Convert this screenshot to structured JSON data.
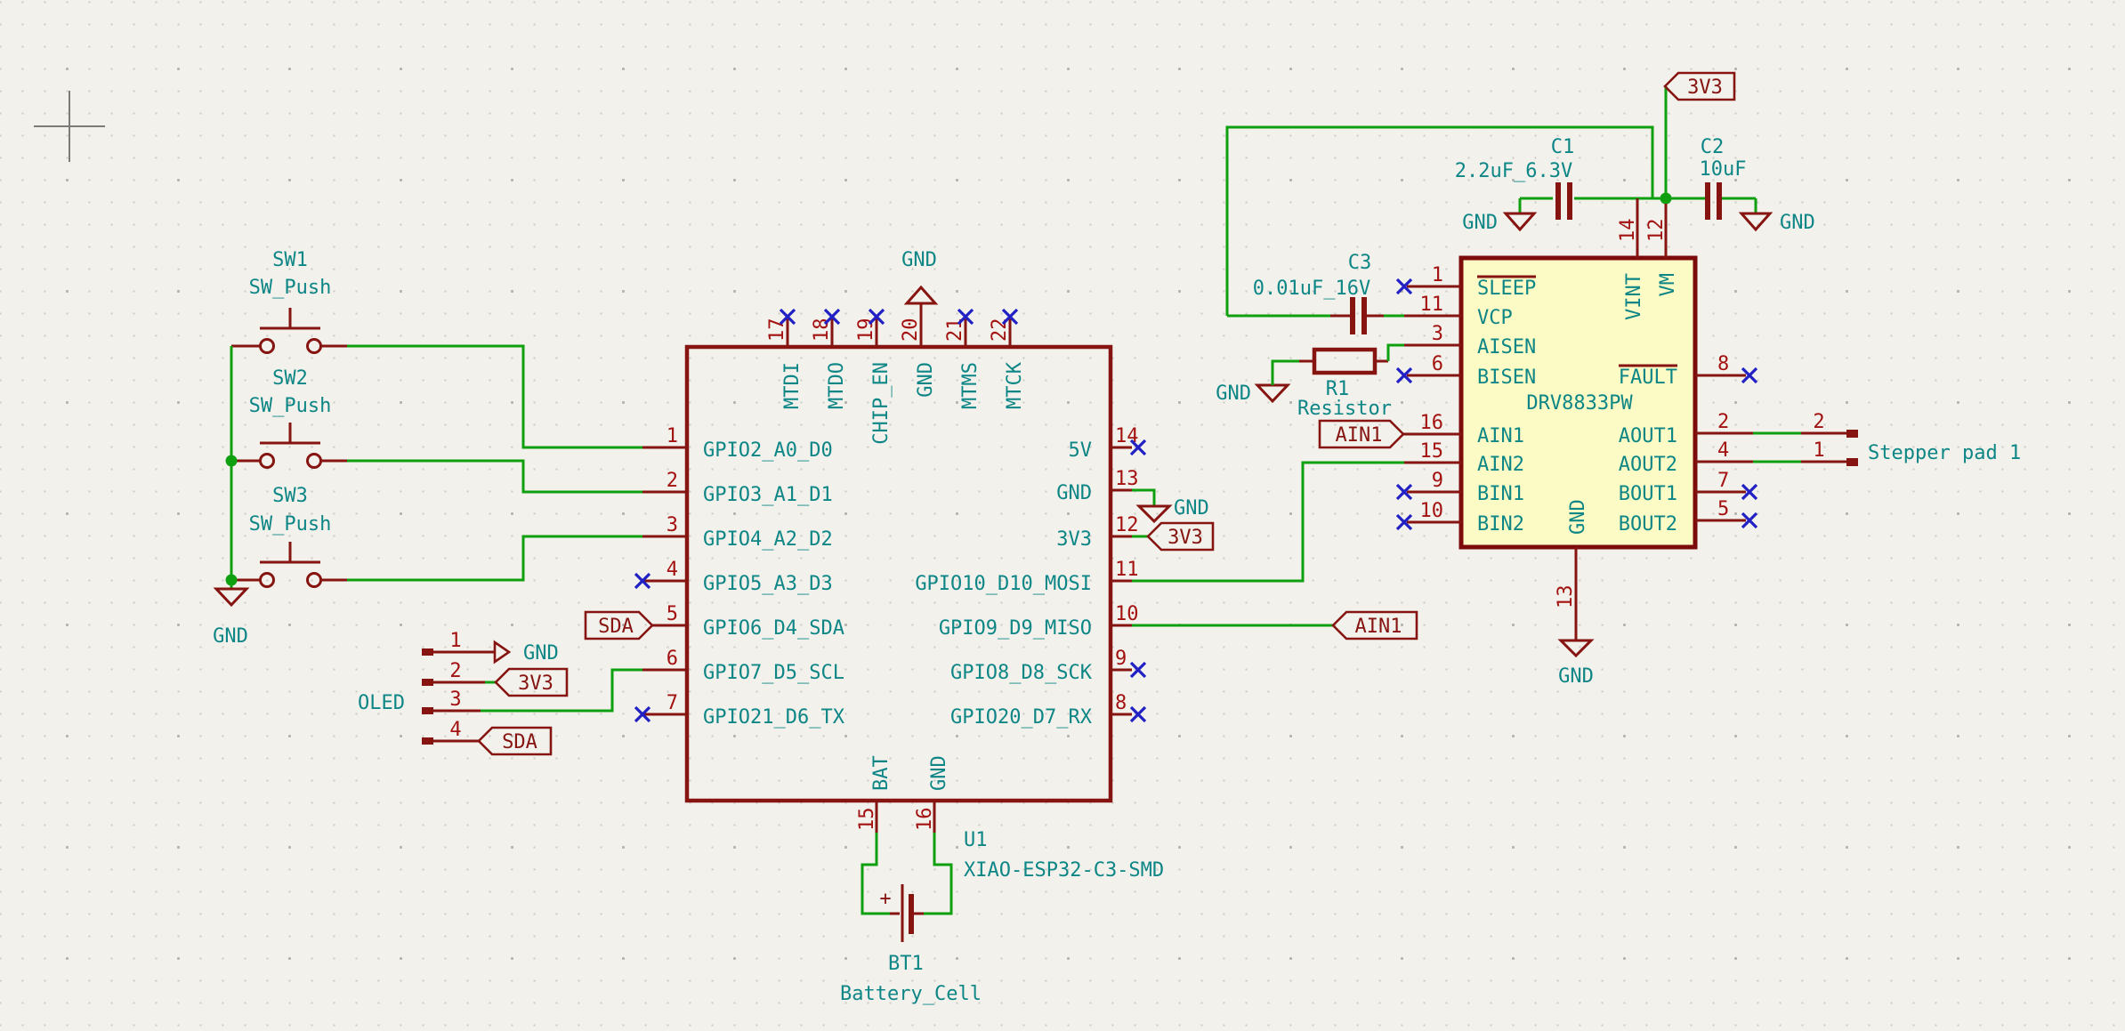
{
  "app": {
    "type": "schematic-canvas"
  },
  "colors": {
    "background": "#f2f1ec",
    "wire_green": "#0fa00f",
    "symbol_outline": "#861410",
    "pin_number_red": "#a31210",
    "text_teal": "#0e8686",
    "no_connect_blue": "#2020c4",
    "ic_body_fill": "#fcfac5",
    "label_dark_red": "#861410"
  },
  "power": {
    "gnd": "GND"
  },
  "labels": {
    "v33": "3V3",
    "sda": "SDA",
    "ain1": "AIN1"
  },
  "switches": [
    {
      "ref": "SW1",
      "value": "SW_Push"
    },
    {
      "ref": "SW2",
      "value": "SW_Push"
    },
    {
      "ref": "SW3",
      "value": "SW_Push"
    }
  ],
  "u1": {
    "ref": "U1",
    "value": "XIAO-ESP32-C3-SMD",
    "left_pins": [
      {
        "num": "1",
        "name": "GPIO2_A0_D0"
      },
      {
        "num": "2",
        "name": "GPIO3_A1_D1"
      },
      {
        "num": "3",
        "name": "GPIO4_A2_D2"
      },
      {
        "num": "4",
        "name": "GPIO5_A3_D3"
      },
      {
        "num": "5",
        "name": "GPIO6_D4_SDA"
      },
      {
        "num": "6",
        "name": "GPIO7_D5_SCL"
      },
      {
        "num": "7",
        "name": "GPIO21_D6_TX"
      }
    ],
    "right_pins": [
      {
        "num": "14",
        "name": "5V"
      },
      {
        "num": "13",
        "name": "GND"
      },
      {
        "num": "12",
        "name": "3V3"
      },
      {
        "num": "11",
        "name": "GPIO10_D10_MOSI"
      },
      {
        "num": "10",
        "name": "GPIO9_D9_MISO"
      },
      {
        "num": "9",
        "name": "GPIO8_D8_SCK"
      },
      {
        "num": "8",
        "name": "GPIO20_D7_RX"
      }
    ],
    "top_pins": [
      {
        "num": "17",
        "name": "MTDI"
      },
      {
        "num": "18",
        "name": "MTDO"
      },
      {
        "num": "19",
        "name": "CHIP_EN"
      },
      {
        "num": "20",
        "name": "GND"
      },
      {
        "num": "21",
        "name": "MTMS"
      },
      {
        "num": "22",
        "name": "MTCK"
      }
    ],
    "bottom_pins": [
      {
        "num": "15",
        "name": "BAT"
      },
      {
        "num": "16",
        "name": "GND"
      }
    ]
  },
  "drv": {
    "value": "DRV8833PW",
    "left_pins": [
      {
        "num": "1",
        "name": "SLEEP"
      },
      {
        "num": "11",
        "name": "VCP"
      },
      {
        "num": "3",
        "name": "AISEN"
      },
      {
        "num": "6",
        "name": "BISEN"
      },
      {
        "num": "16",
        "name": "AIN1"
      },
      {
        "num": "15",
        "name": "AIN2"
      },
      {
        "num": "9",
        "name": "BIN1"
      },
      {
        "num": "10",
        "name": "BIN2"
      }
    ],
    "right_pins": [
      {
        "num": "8",
        "name": "FAULT"
      },
      {
        "num": "2",
        "name": "AOUT1"
      },
      {
        "num": "4",
        "name": "AOUT2"
      },
      {
        "num": "7",
        "name": "BOUT1"
      },
      {
        "num": "5",
        "name": "BOUT2"
      }
    ],
    "top_pins": [
      {
        "num": "14",
        "name": "VINT"
      },
      {
        "num": "12",
        "name": "VM"
      }
    ],
    "bottom_pins": [
      {
        "num": "13",
        "name": "GND"
      }
    ]
  },
  "c1": {
    "ref": "C1",
    "value": "2.2uF_6.3V"
  },
  "c2": {
    "ref": "C2",
    "value": "10uF"
  },
  "c3": {
    "ref": "C3",
    "value": "0.01uF_16V"
  },
  "r1": {
    "ref": "R1",
    "value": "Resistor"
  },
  "bt1": {
    "ref": "BT1",
    "value": "Battery_Cell",
    "plus": "+"
  },
  "oled": {
    "title": "OLED",
    "pins": [
      {
        "num": "1",
        "net": "GND"
      },
      {
        "num": "2",
        "net": "3V3"
      },
      {
        "num": "3",
        "net": ""
      },
      {
        "num": "4",
        "net": "SDA"
      }
    ]
  },
  "stepper": {
    "title": "Stepper pad 1",
    "pads": [
      {
        "num": "2"
      },
      {
        "num": "1"
      }
    ]
  }
}
